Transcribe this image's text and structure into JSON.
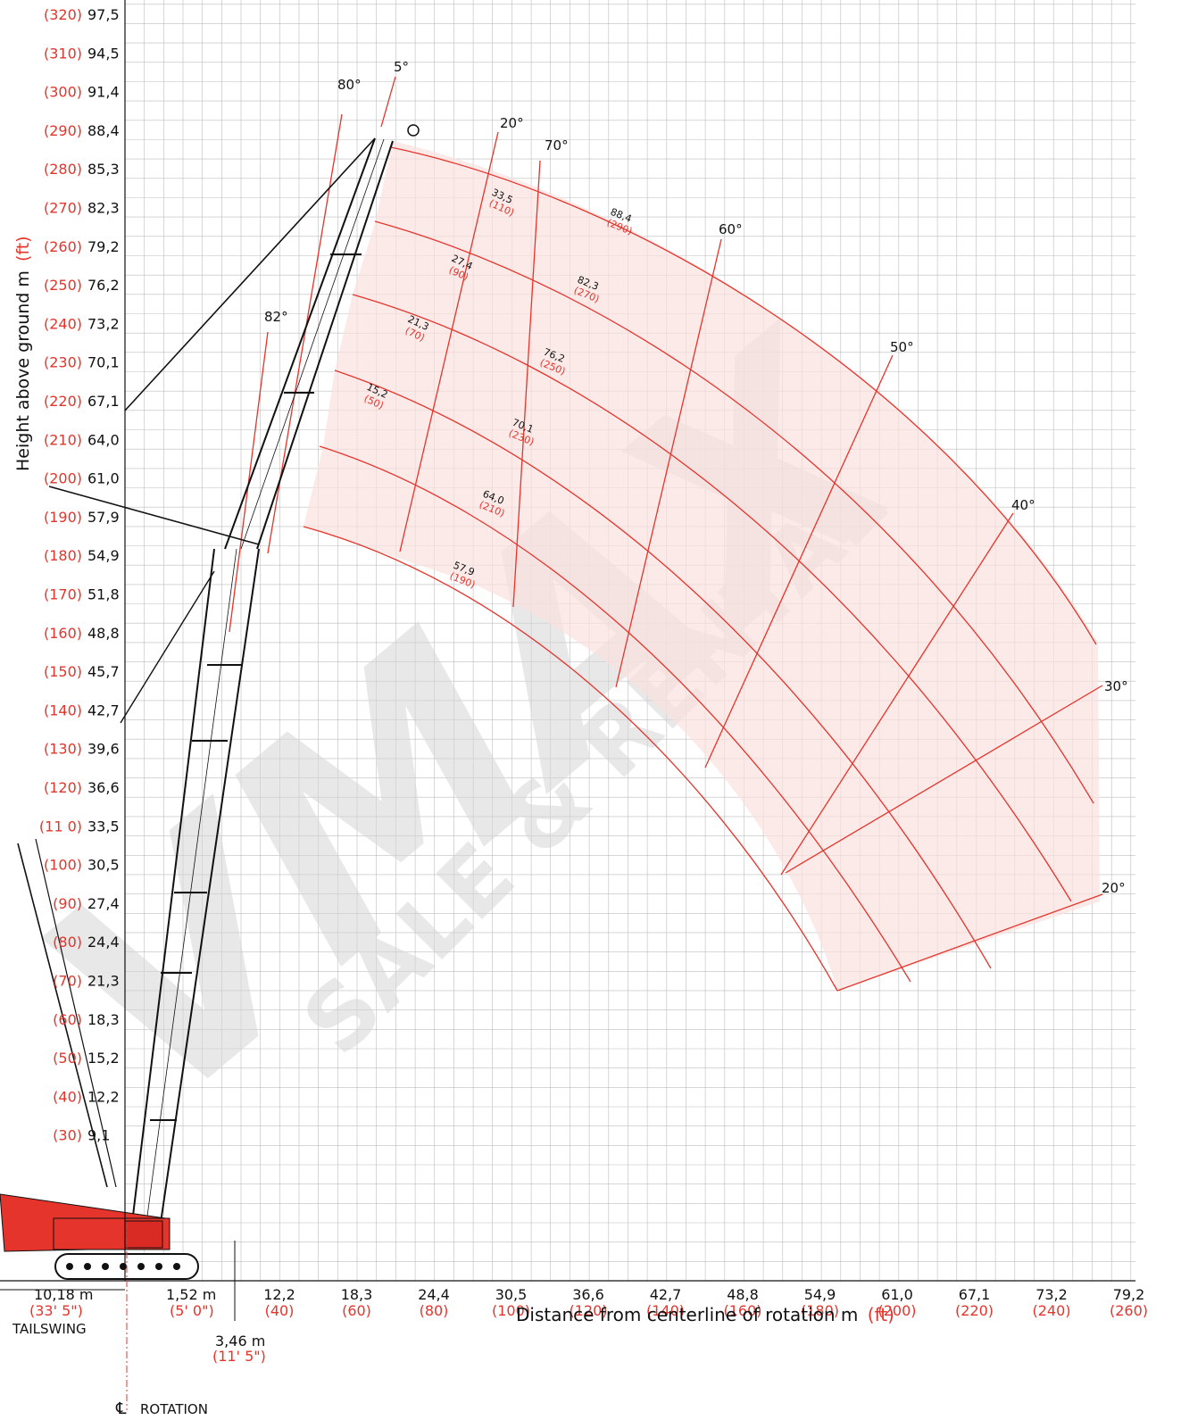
{
  "colors": {
    "red": "#e5342b",
    "black": "#111111",
    "grid": "#bdbdbd",
    "watermark": "#d8d8d8"
  },
  "y_axis": {
    "title_prefix": "Height above ground  m",
    "title_unit": "(ft)",
    "ticks": [
      {
        "m": "97,5",
        "ft": "(320)"
      },
      {
        "m": "94,5",
        "ft": "(310)"
      },
      {
        "m": "91,4",
        "ft": "(300)"
      },
      {
        "m": "88,4",
        "ft": "(290)"
      },
      {
        "m": "85,3",
        "ft": "(280)"
      },
      {
        "m": "82,3",
        "ft": "(270)"
      },
      {
        "m": "79,2",
        "ft": "(260)"
      },
      {
        "m": "76,2",
        "ft": "(250)"
      },
      {
        "m": "73,2",
        "ft": "(240)"
      },
      {
        "m": "70,1",
        "ft": "(230)"
      },
      {
        "m": "67,1",
        "ft": "(220)"
      },
      {
        "m": "64,0",
        "ft": "(210)"
      },
      {
        "m": "61,0",
        "ft": "(200)"
      },
      {
        "m": "57,9",
        "ft": "(190)"
      },
      {
        "m": "54,9",
        "ft": "(180)"
      },
      {
        "m": "51,8",
        "ft": "(170)"
      },
      {
        "m": "48,8",
        "ft": "(160)"
      },
      {
        "m": "45,7",
        "ft": "(150)"
      },
      {
        "m": "42,7",
        "ft": "(140)"
      },
      {
        "m": "39,6",
        "ft": "(130)"
      },
      {
        "m": "36,6",
        "ft": "(120)"
      },
      {
        "m": "33,5",
        "ft": "(11 0)"
      },
      {
        "m": "30,5",
        "ft": "(100)"
      },
      {
        "m": "27,4",
        "ft": "(90)"
      },
      {
        "m": "24,4",
        "ft": "(80)"
      },
      {
        "m": "21,3",
        "ft": "(70)"
      },
      {
        "m": "18,3",
        "ft": "(60)"
      },
      {
        "m": "15,2",
        "ft": "(50)"
      },
      {
        "m": "12,2",
        "ft": "(40)"
      },
      {
        "m": "9,1",
        "ft": "(30)"
      }
    ]
  },
  "x_axis": {
    "title_prefix": "Distance from centerline of rotation  m",
    "title_unit": "(ft)",
    "ticks": [
      {
        "m": "12,2",
        "ft": "(40)"
      },
      {
        "m": "18,3",
        "ft": "(60)"
      },
      {
        "m": "24,4",
        "ft": "(80)"
      },
      {
        "m": "30,5",
        "ft": "(100)"
      },
      {
        "m": "36,6",
        "ft": "(120)"
      },
      {
        "m": "42,7",
        "ft": "(140)"
      },
      {
        "m": "48,8",
        "ft": "(160)"
      },
      {
        "m": "54,9",
        "ft": "(180)"
      },
      {
        "m": "61,0",
        "ft": "(200)"
      },
      {
        "m": "67,1",
        "ft": "(220)"
      },
      {
        "m": "73,2",
        "ft": "(240)"
      },
      {
        "m": "79,2",
        "ft": "(260)"
      }
    ]
  },
  "dimensions": {
    "tailswing_m": "10,18 m",
    "tailswing_ft": "(33' 5\")",
    "tailswing_label": "TAILSWING",
    "offset_m": "1,52 m",
    "offset_ft": "(5' 0\")",
    "pivot_height_m": "3,46 m",
    "pivot_height_ft": "(11' 5\")",
    "rotation_label": "ROTATION"
  },
  "angle_labels": {
    "jib_80": "80°",
    "jib_5": "5°",
    "main_82": "82°",
    "a20_top": "20°",
    "a70": "70°",
    "a60": "60°",
    "a50": "50°",
    "a40": "40°",
    "a30": "30°",
    "a20_bottom": "20°"
  },
  "jib_lengths": [
    {
      "m": "33,5",
      "ft": "(110)"
    },
    {
      "m": "27,4",
      "ft": "(90)"
    },
    {
      "m": "21,3",
      "ft": "(70)"
    },
    {
      "m": "15,2",
      "ft": "(50)"
    }
  ],
  "radius_arcs": [
    {
      "m": "88,4",
      "ft": "(290)"
    },
    {
      "m": "82,3",
      "ft": "(270)"
    },
    {
      "m": "76,2",
      "ft": "(250)"
    },
    {
      "m": "70,1",
      "ft": "(230)"
    },
    {
      "m": "64,0",
      "ft": "(210)"
    },
    {
      "m": "57,9",
      "ft": "(190)"
    }
  ],
  "watermark": {
    "brand": "VMAX",
    "sub": "SALE & RENTAL"
  }
}
